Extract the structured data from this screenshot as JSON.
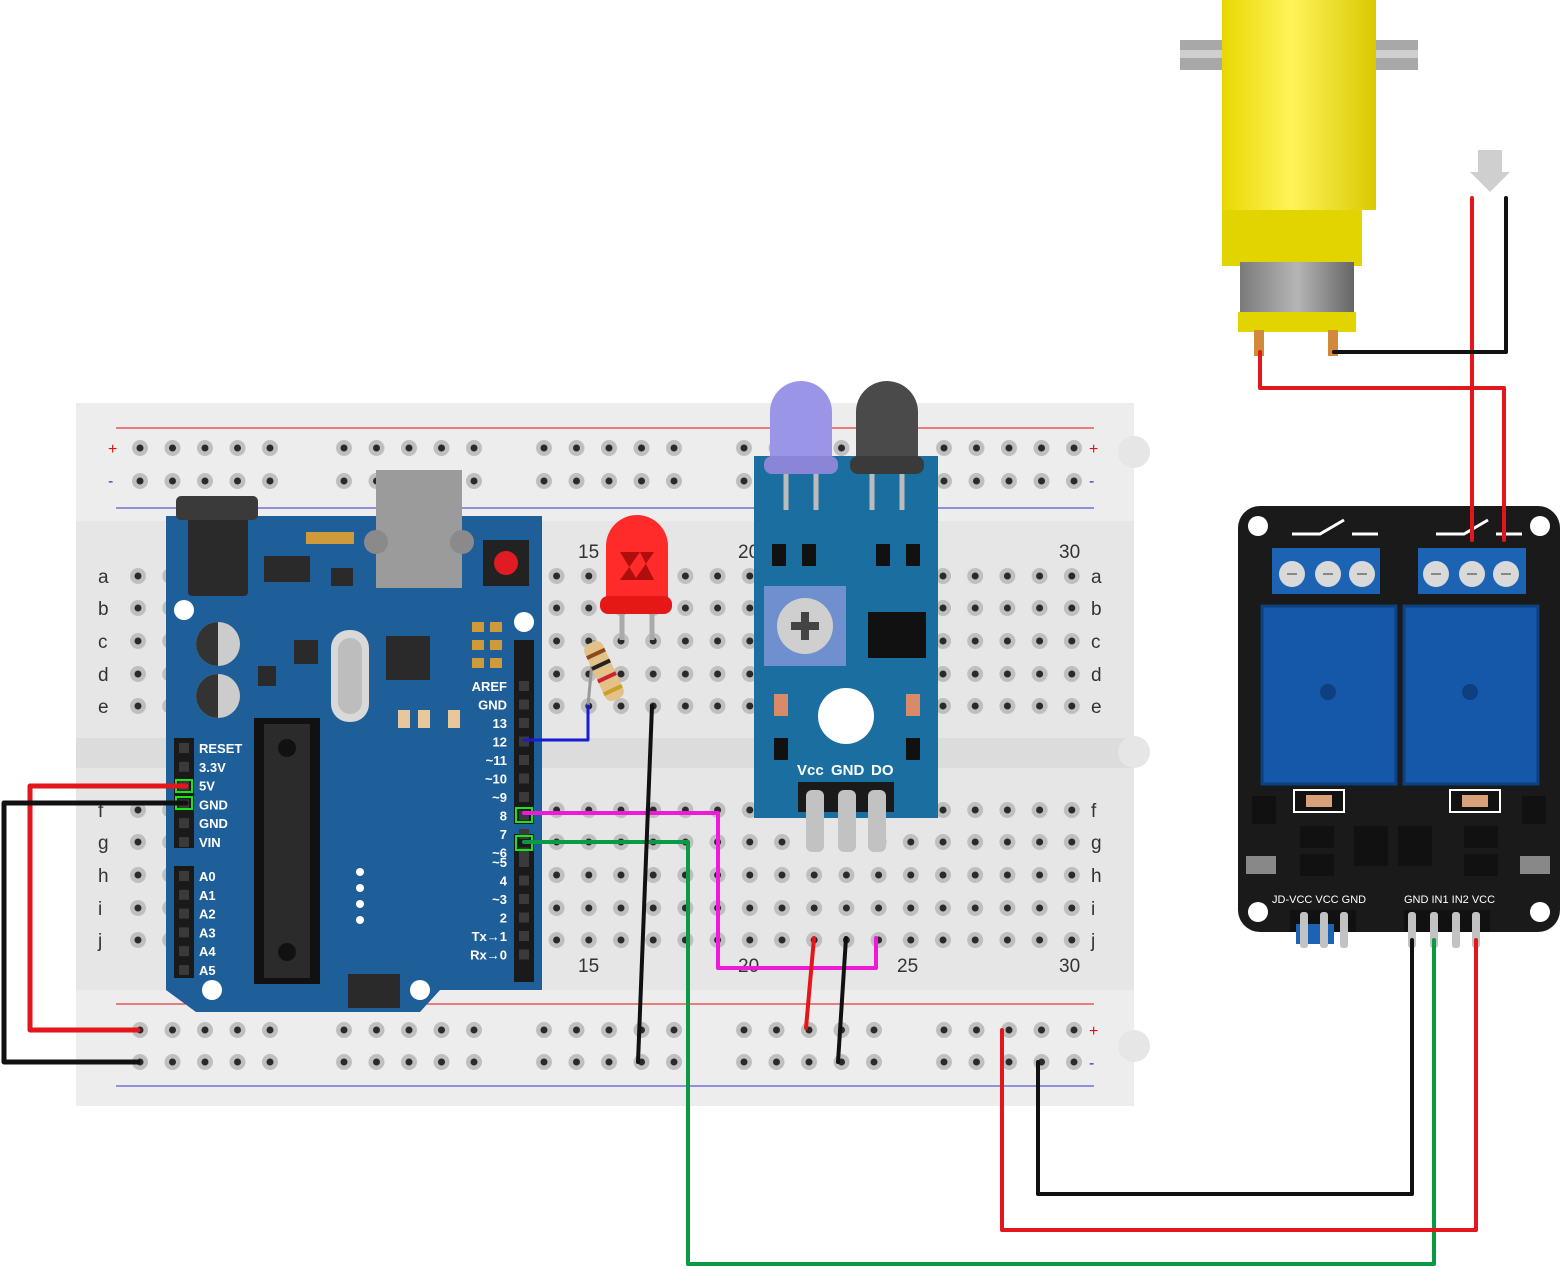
{
  "breadboard": {
    "row_labels_top": [
      "a",
      "b",
      "c",
      "d",
      "e"
    ],
    "row_labels_bottom": [
      "f",
      "g",
      "h",
      "i",
      "j"
    ],
    "column_numbers_top": [
      "15",
      "20",
      "30"
    ],
    "column_numbers_bottom": [
      "15",
      "20",
      "25",
      "30"
    ],
    "rail_plus": "+",
    "rail_minus": "-"
  },
  "arduino": {
    "power_pins": [
      "RESET",
      "3.3V",
      "5V",
      "GND",
      "GND",
      "VIN"
    ],
    "analog_pins": [
      "A0",
      "A1",
      "A2",
      "A3",
      "A4",
      "A5"
    ],
    "digital_pins": [
      "AREF",
      "GND",
      "13",
      "12",
      "~11",
      "~10",
      "~9",
      "8",
      "7",
      "~6",
      "~5",
      "4",
      "~3",
      "2",
      "Tx→1",
      "Rx→0"
    ]
  },
  "ir_sensor": {
    "pins": [
      "Vcc",
      "GND",
      "DO"
    ]
  },
  "relay_module": {
    "left_header": "JD-VCC VCC GND",
    "right_header": "GND IN1 IN2 VCC"
  },
  "colors": {
    "arduino_board": "#1f5f99",
    "sensor_board": "#1b6fa0",
    "relay_board": "#1a1a1a",
    "relay_block": "#1557a8",
    "motor_body": "#f2e600",
    "wire_red": "#e3161b",
    "wire_black": "#111111",
    "wire_green": "#0a9a45",
    "wire_magenta": "#ee1bd6",
    "wire_blue": "#1a1ad6",
    "led_red": "#ff2a2a",
    "ir_emitter": "#9b95e8",
    "ir_receiver": "#444444"
  }
}
